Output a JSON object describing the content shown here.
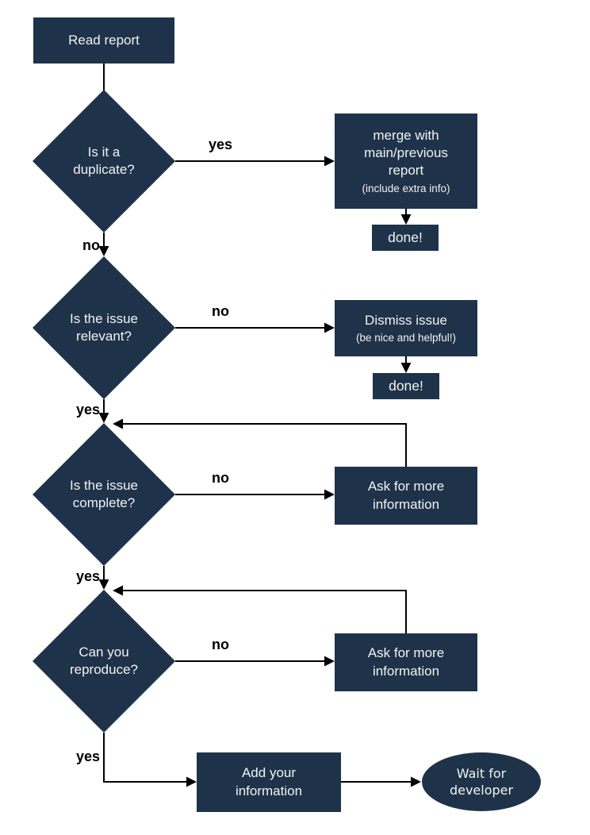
{
  "colors": {
    "node_fill": "#1e3349",
    "node_text": "#f2f2f2",
    "connector": "#000000",
    "canvas_bg": "#ffffff"
  },
  "nodes": {
    "read_report": {
      "label": "Read report"
    },
    "q_duplicate": {
      "label": "Is it a\nduplicate?"
    },
    "merge": {
      "label": "merge with\nmain/previous\nreport",
      "sublabel": "(include extra info)"
    },
    "done_merge": {
      "label": "done!"
    },
    "q_relevant": {
      "label": "Is the issue\nrelevant?"
    },
    "dismiss": {
      "label": "Dismiss issue",
      "sublabel": "(be nice and helpful!)"
    },
    "done_dismiss": {
      "label": "done!"
    },
    "q_complete": {
      "label": "Is the issue\ncomplete?"
    },
    "ask_more_1": {
      "label": "Ask for more\ninformation"
    },
    "q_reproduce": {
      "label": "Can you\nreproduce?"
    },
    "ask_more_2": {
      "label": "Ask for more\ninformation"
    },
    "add_info": {
      "label": "Add your\ninformation"
    },
    "wait_developer": {
      "label": "Wait for\ndeveloper"
    }
  },
  "edge_labels": {
    "duplicate_yes": "yes",
    "duplicate_no": "no",
    "relevant_no": "no",
    "relevant_yes": "yes",
    "complete_no": "no",
    "complete_yes": "yes",
    "reproduce_no": "no",
    "reproduce_yes": "yes"
  }
}
